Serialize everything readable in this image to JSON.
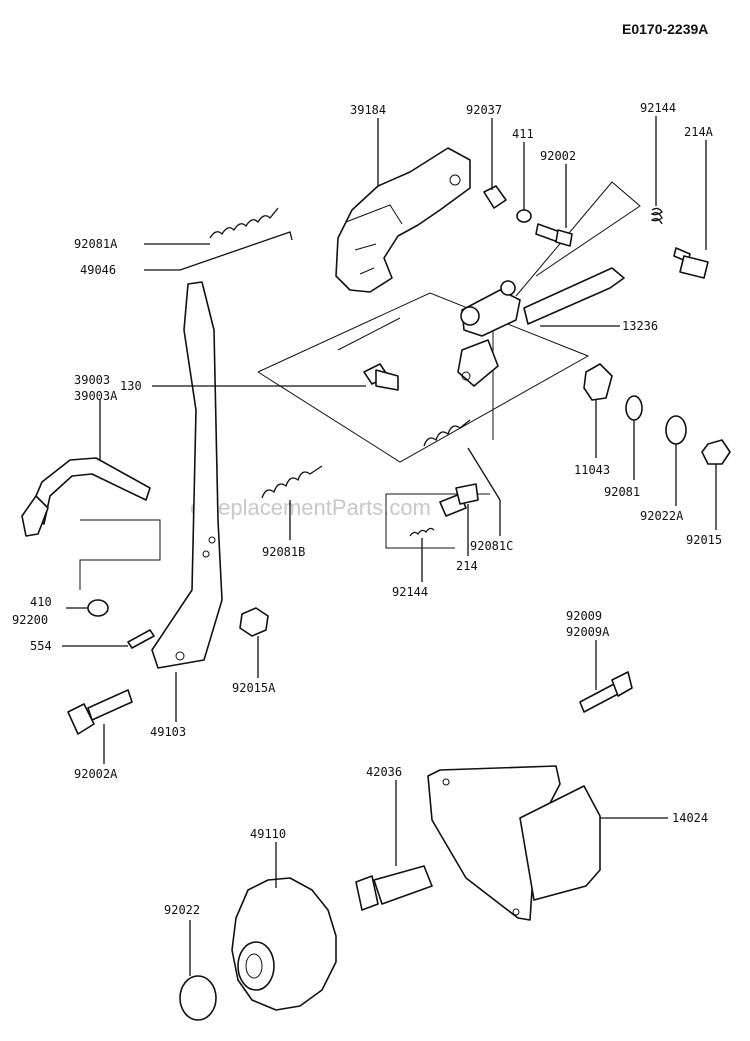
{
  "diagram": {
    "ref_code": "E0170-2239A",
    "watermark": "eReplacementParts.com",
    "labels": {
      "p39184": "39184",
      "p92037": "92037",
      "p411": "411",
      "p92002": "92002",
      "p92144_top": "92144",
      "p214A": "214A",
      "p92081A": "92081A",
      "p49046": "49046",
      "p13236": "13236",
      "p39003": "39003",
      "p39003A": "39003A",
      "p130": "130",
      "p11043": "11043",
      "p92081": "92081",
      "p92022A": "92022A",
      "p92015": "92015",
      "p92081B": "92081B",
      "p92081C": "92081C",
      "p214": "214",
      "p92144_mid": "92144",
      "p410": "410",
      "p92200": "92200",
      "p554": "554",
      "p92015A": "92015A",
      "p49103": "49103",
      "p92002A": "92002A",
      "p92009": "92009",
      "p92009A": "92009A",
      "p42036": "42036",
      "p14024": "14024",
      "p49110": "49110",
      "p92022": "92022"
    }
  }
}
